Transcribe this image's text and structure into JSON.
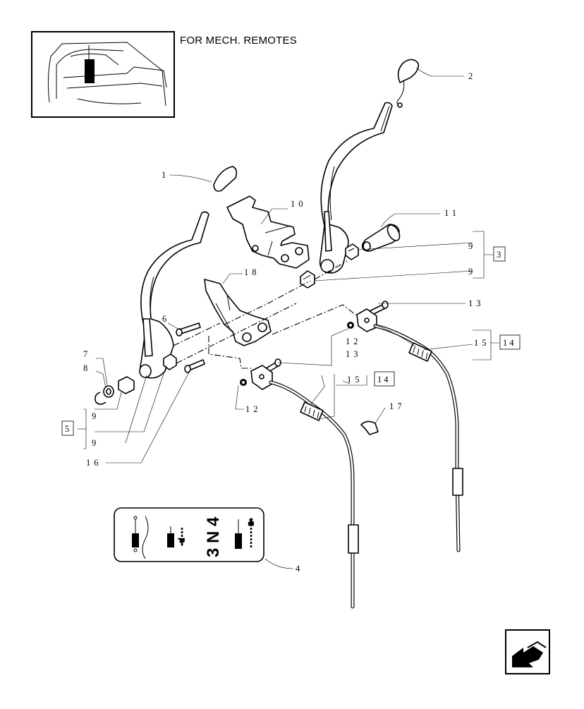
{
  "caption": "FOR MECH. REMOTES",
  "callouts": {
    "c1": "1",
    "c2": "2",
    "c3": "3",
    "c4": "4",
    "c5": "5",
    "c6": "6",
    "c7": "7",
    "c8": "8",
    "c9a": "9",
    "c9b": "9",
    "c9c": "9",
    "c9d": "9",
    "c10": "10",
    "c11": "11",
    "c12a": "12",
    "c12b": "12",
    "c13a": "13",
    "c13b": "13",
    "c14a": "14",
    "c14b": "14",
    "c15a": "15",
    "c15b": "15",
    "c16": "16",
    "c17": "17",
    "c18": "18"
  },
  "decal": {
    "text": "3 N 4"
  },
  "icons": {
    "thumbnail": "tractor-cab-thumbnail-icon",
    "nav": "next-page-arrow-icon"
  }
}
